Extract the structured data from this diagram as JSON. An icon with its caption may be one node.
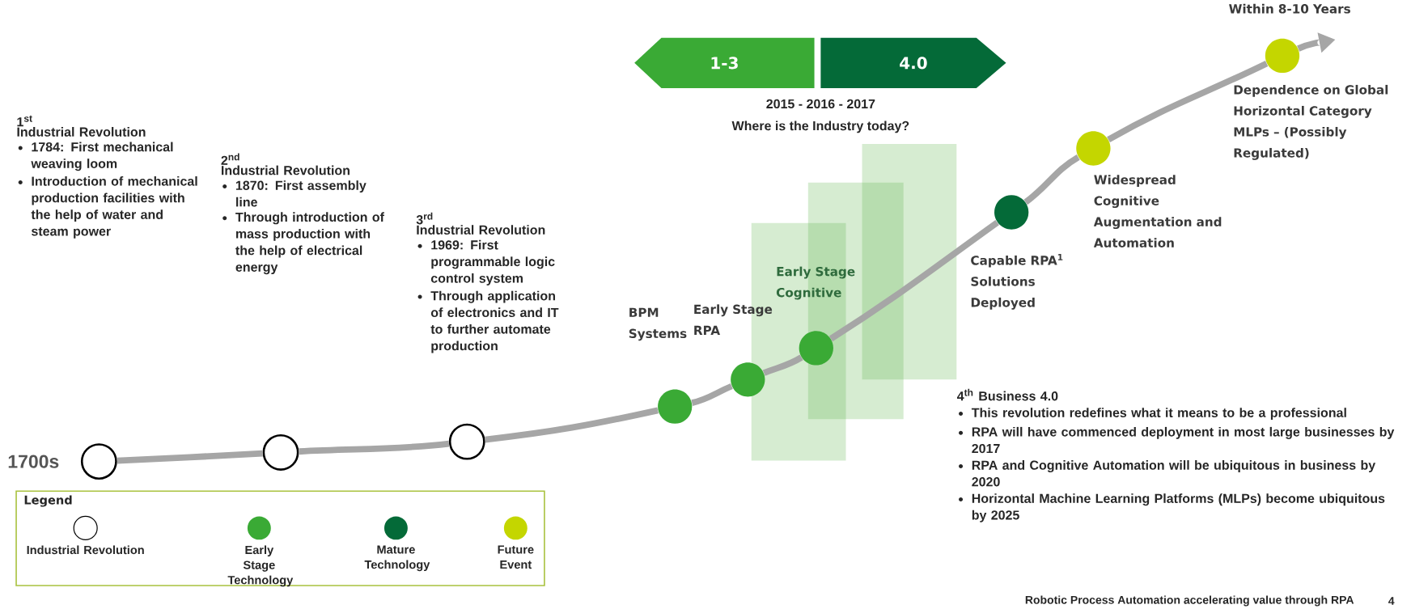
{
  "diagram": {
    "nodes": [
      {
        "text": [],
        "shape": "circle",
        "beside": [
          "1$^{st}$",
          "Industrial Revolution",
          "1784: First mechanical weaving loom",
          "Introduction of mechanical production facilities with the help of water and steam power"
        ]
      },
      {
        "text": [],
        "shape": "circle",
        "beside": [
          "2$^{nd}$",
          "Industrial Revolution",
          "1870: First assembly line",
          "Through introduction of mass production with the help of electrical energy"
        ]
      },
      {
        "text": [],
        "shape": "circle",
        "beside": [
          "3$^{rd}$",
          "Industrial Revolution",
          "1969: First programmable logic control system",
          "Through application of electronics and IT to further automate production"
        ]
      },
      {
        "text": [],
        "shape": "circle",
        "beside": [
          "BPM Systems"
        ]
      },
      {
        "text": [],
        "shape": "circle",
        "beside": [
          "Early Stage RPA"
        ]
      },
      {
        "text": [],
        "shape": "circle",
        "beside": [
          "Early Stage Cognitive"
        ]
      },
      {
        "text": [],
        "shape": "circle",
        "beside": [
          "Capable RPA$^{1}$ Solutions Deployed"
        ]
      },
      {
        "text": [],
        "shape": "circle",
        "beside": [
          "Widespread Cognitive Augmentation and Automation"
        ]
      },
      {
        "text": [],
        "shape": "circle",
        "beside": [
          "Within 8-10 Years",
          "Dependence on Global Horizontal Category MLPs – (Possibly Regulated)"
        ]
      },
      {
        "text": [
          "1-3"
        ]
      },
      {
        "text": [
          "4.0"
        ]
      }
    ],
    "edges": [
      {
        "from": 0,
        "to": 1,
        "arrow": "none"
      },
      {
        "from": 1,
        "to": 2,
        "arrow": "none"
      },
      {
        "from": 2,
        "to": 3,
        "arrow": "none"
      },
      {
        "from": 3,
        "to": 4,
        "arrow": "none"
      },
      {
        "from": 4,
        "to": 5,
        "arrow": "none"
      },
      {
        "from": 5,
        "to": 6,
        "arrow": "none"
      },
      {
        "from": 6,
        "to": 7,
        "arrow": "none"
      },
      {
        "from": 7,
        "to": 8,
        "arrow": "none"
      },
      {
        "from": 8,
        "to": null,
        "arrow": "to"
      }
    ],
    "labels": [
      "1700s",
      "2015 - 2016 - 2017",
      "Where is the Industry today?",
      "4$^{th}$ Business 4.0",
      "This revolution redefines what it means to be a professional",
      "RPA will have commenced deployment in most large businesses by 2017",
      "RPA and Cognitive Automation will be ubiquitous in business by 2020",
      "Horizontal Machine Learning Platforms (MLPs) become ubiquitous by 2025",
      "Legend",
      "Robotic Process Automation accelerating value through RPA",
      "4"
    ],
    "legend": [
      {
        "text": "Industrial Revolution"
      },
      {
        "text": "Early Stage Technology",
        "color": "#3aaa35"
      },
      {
        "text": "Mature Technology",
        "color": "#046a38"
      },
      {
        "text": "Future Event",
        "color": "#c4d600"
      }
    ]
  }
}
